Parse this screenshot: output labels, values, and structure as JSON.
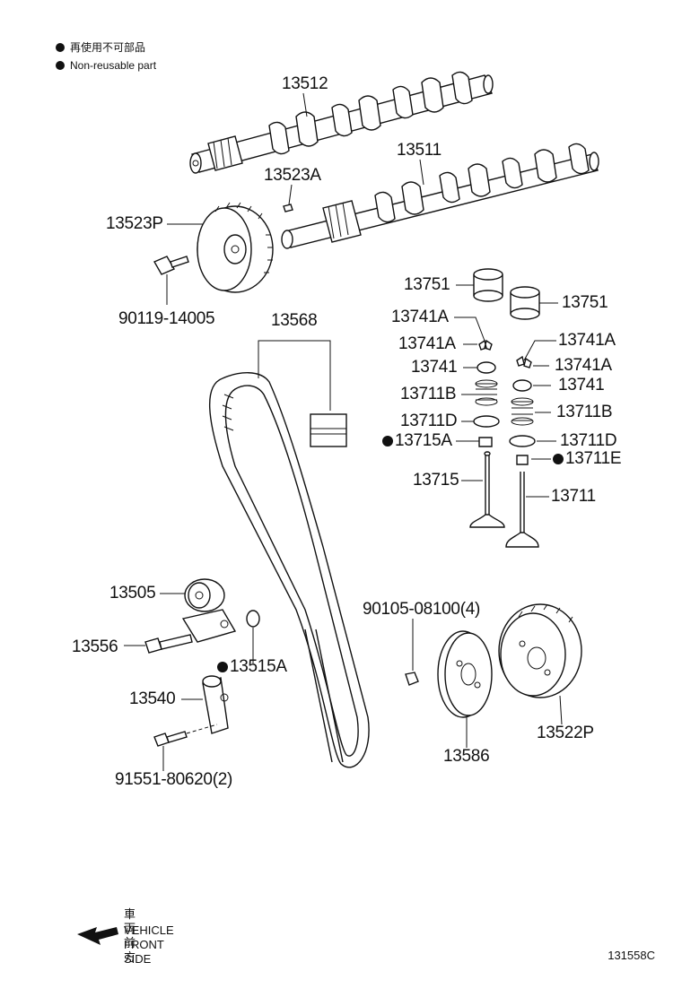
{
  "legend": {
    "jp": "再使用不可部品",
    "en": "Non-reusable part"
  },
  "parts": {
    "p13512": "13512",
    "p13511": "13511",
    "p13523A": "13523A",
    "p13523P": "13523P",
    "p90119": "90119-14005",
    "p13568": "13568",
    "p13751_l": "13751",
    "p13751_r": "13751",
    "p13741A_1": "13741A",
    "p13741A_2": "13741A",
    "p13741A_3": "13741A",
    "p13741A_4": "13741A",
    "p13741_l": "13741",
    "p13741_r": "13741",
    "p13711B_l": "13711B",
    "p13711B_r": "13711B",
    "p13711D_l": "13711D",
    "p13711D_r": "13711D",
    "p13715A": "13715A",
    "p13711E": "13711E",
    "p13715": "13715",
    "p13711": "13711",
    "p13505": "13505",
    "p13556": "13556",
    "p13515A": "13515A",
    "p13540": "13540",
    "p91551": "91551-80620(2)",
    "p90105": "90105-08100(4)",
    "p13586": "13586",
    "p13522P": "13522P"
  },
  "front": {
    "jp": "車両前方",
    "en": "VEHICLE FRONT SIDE"
  },
  "figure_code": "131558C"
}
